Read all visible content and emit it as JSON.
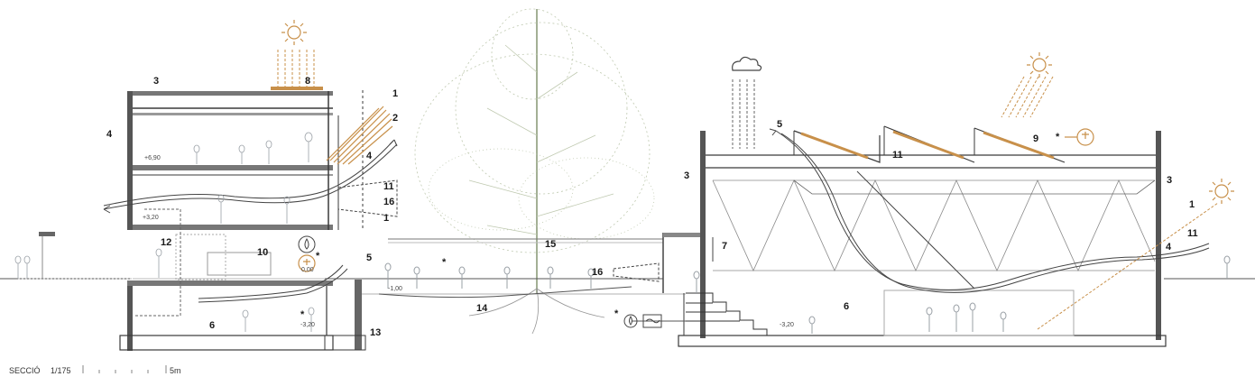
{
  "drawing": {
    "caption": "SECCIÓ",
    "scale": "1/175",
    "scale_bar_end": "5m",
    "colors": {
      "line": "#3a3a3a",
      "light_line": "#9a9a9a",
      "solar": "#c8904a",
      "tree": "#b9c4a8",
      "ground": "#555555"
    }
  },
  "levels": {
    "l690": "+6,90",
    "l320": "+3,20",
    "l000": "0,00",
    "lm320a": "-3,20",
    "lm320b": "-3,20",
    "lm100": "-1,00"
  },
  "labels": [
    "1",
    "2",
    "3",
    "4",
    "8",
    "4",
    "11",
    "16",
    "1",
    "4",
    "12",
    "10",
    "5",
    "6",
    "13",
    "14",
    "15",
    "16",
    "5",
    "3",
    "11",
    "9",
    "3",
    "1",
    "11",
    "4",
    "7",
    "6",
    "*",
    "*",
    "*",
    "*",
    "*"
  ],
  "icons": {
    "sun_left": "sun-icon",
    "sun_mid": "sun-icon",
    "sun_right": "sun-icon",
    "cloud": "cloud-icon",
    "plug_right": "power-plug-icon",
    "drop": "water-drop-icon",
    "plug_left": "power-plug-icon",
    "pump": "water-drop-icon",
    "tank": "rainwater-tank-icon"
  }
}
